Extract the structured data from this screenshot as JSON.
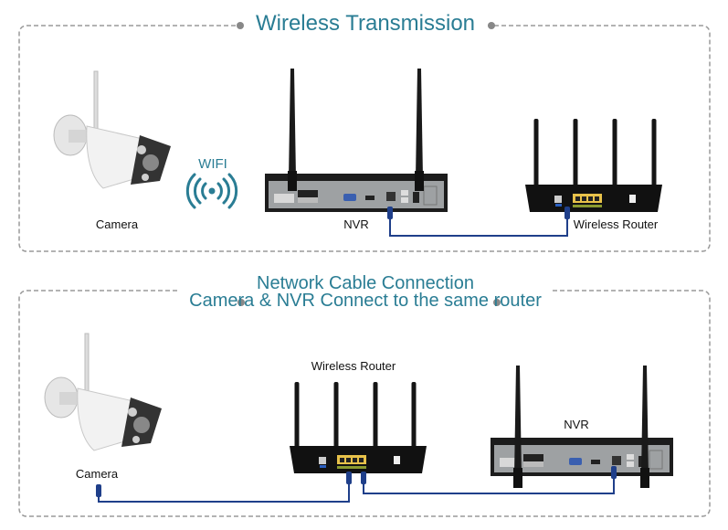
{
  "colors": {
    "title": "#2a7d94",
    "cable": "#1f3f8a",
    "frame": "#9a9a9a",
    "wifi": "#2a7d94"
  },
  "panel_wireless": {
    "title": "Wireless Transmission",
    "wifi_label": "WIFI",
    "wifi_icon": "wifi-signal-icon",
    "camera_label": "Camera",
    "nvr_label": "NVR",
    "router_label": "Wireless Router"
  },
  "panel_cable": {
    "title": "Network Cable Connection",
    "subtitle": "Camera & NVR Connect to the same router",
    "camera_label": "Camera",
    "router_label": "Wireless Router",
    "nvr_label": "NVR"
  }
}
